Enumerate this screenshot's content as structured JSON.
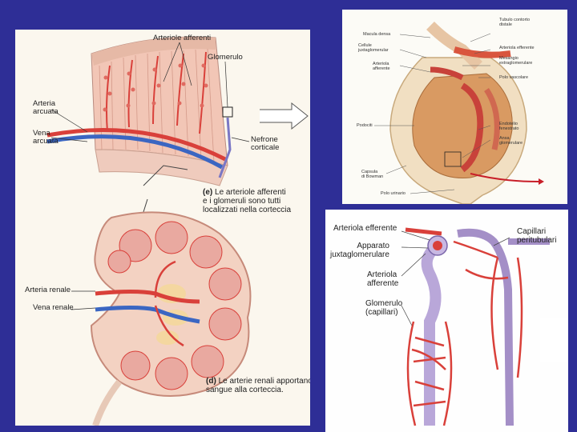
{
  "main_panel": {
    "labels": {
      "arteriole_afferenti": "Arteriole afferenti",
      "glomerulo": "Glomerulo",
      "arteria_arcuata": "Arteria\narcuata",
      "vena_arcuata": "Vena\narcuata",
      "nefrone_corticale": "Nefrone\ncorticale",
      "arteria_renale": "Arteria renale",
      "vena_renale": "Vena renale"
    },
    "caption_e": {
      "letter": "(e)",
      "text": "Le arteriole afferenti\ne i glomeruli sono tutti\nlocalizzati nella corteccia"
    },
    "caption_d": {
      "letter": "(d)",
      "text": "Le arterie renali apportano\nsangue alla corteccia."
    }
  },
  "top_panel": {
    "labels": {
      "macula_densa": "Macula densa",
      "cellule_juxtaglomerular": "Cellule\njuxtaglomerular",
      "arteriola_afferente": "Arteriola\nafferente",
      "podociti": "Podociti",
      "capsula_di_bowman": "Capsula\ndi Bowman",
      "polo_urinario": "Polo urinario",
      "tubulo_contorto_distale": "Tubulo contorto\ndistale",
      "arteriola_efferente": "Arteriola efferente",
      "mesangio_extraglomerulare": "Mesangio\nextraglomerulare",
      "polo_vascolare": "Polo vascolare",
      "endotelio_fenestrato": "Endotelio\nfenestrato",
      "ansa_glomerulare": "Ansa\nglomerulare"
    }
  },
  "bottom_panel": {
    "labels": {
      "arteriola_efferente": "Arteriola efferente",
      "apparato_juxtaglomerulare": "Apparato\njuxtaglomerulare",
      "arteriola_afferente": "Arteriola\nafferente",
      "glomerulo_capillari": "Glomerulo\n(capillari)",
      "capillari_peritubulari": "Capillari\nperitubulari"
    }
  },
  "colors": {
    "background": "#2e2e96",
    "artery": "#d9403a",
    "vein": "#3b66c2",
    "tubule": "#a48fc7",
    "cortex": "#f0c9b8",
    "capsule": "#e8d6b2"
  }
}
